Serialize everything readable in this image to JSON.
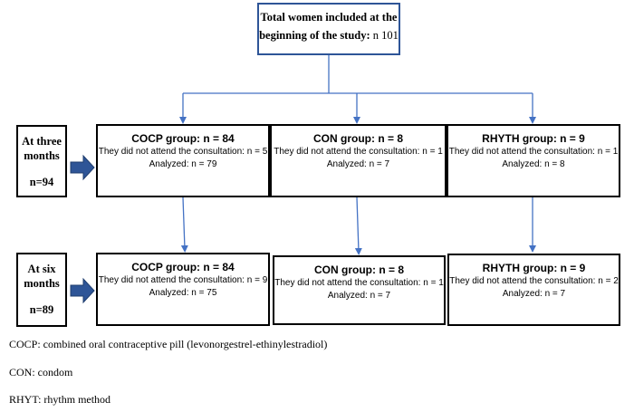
{
  "top": {
    "title": "Total women included at the beginning of the study:",
    "n": "n 101"
  },
  "rows": [
    {
      "label": "At three months",
      "n": "n=94",
      "groups": [
        {
          "title": "COCP group: n = 84",
          "missed": "They did not attend the consultation: n = 5",
          "analyzed": "Analyzed:  n = 79"
        },
        {
          "title": "CON group: n = 8",
          "missed": "They did not attend the consultation: n = 1",
          "analyzed": "Analyzed:   n = 7"
        },
        {
          "title": "RHYTH group: n = 9",
          "missed": "They did not attend the consultation: n = 1",
          "analyzed": "Analyzed:   n = 8"
        }
      ]
    },
    {
      "label": "At six months",
      "n": "n=89",
      "groups": [
        {
          "title": "COCP group: n = 84",
          "missed": "They did not attend the consultation: n = 9",
          "analyzed": "Analyzed:  n = 75"
        },
        {
          "title": "CON group: n = 8",
          "missed": "They did not attend the consultation: n = 1",
          "analyzed": "Analyzed:   n = 7"
        },
        {
          "title": "RHYTH group: n = 9",
          "missed": "They did not attend the consultation: n = 2",
          "analyzed": "Analyzed:   n = 7"
        }
      ]
    }
  ],
  "notes": [
    "COCP: combined oral contraceptive pill (levonorgestrel-ethinylestradiol)",
    "CON: condom",
    "RHYT: rhythm method"
  ],
  "colors": {
    "connector": "#4472c4",
    "side_arrow": "#2e5597",
    "top_border": "#2e5597"
  }
}
